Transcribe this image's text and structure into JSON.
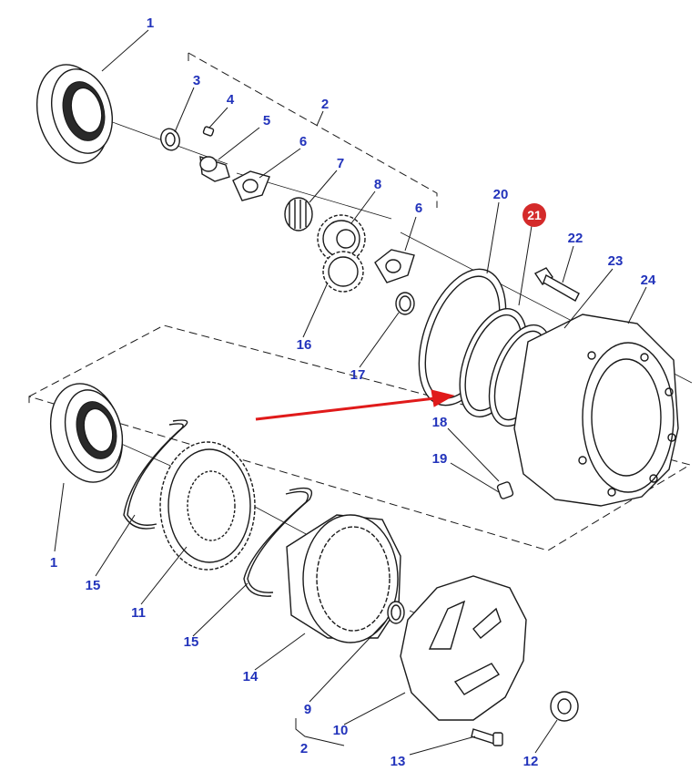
{
  "diagram": {
    "callouts": [
      {
        "id": "c1a",
        "label": "1"
      },
      {
        "id": "c2a",
        "label": "2"
      },
      {
        "id": "c3",
        "label": "3"
      },
      {
        "id": "c4",
        "label": "4"
      },
      {
        "id": "c5",
        "label": "5"
      },
      {
        "id": "c6a",
        "label": "6"
      },
      {
        "id": "c7",
        "label": "7"
      },
      {
        "id": "c8",
        "label": "8"
      },
      {
        "id": "c6b",
        "label": "6"
      },
      {
        "id": "c20",
        "label": "20"
      },
      {
        "id": "c21",
        "label": "21"
      },
      {
        "id": "c22",
        "label": "22"
      },
      {
        "id": "c23",
        "label": "23"
      },
      {
        "id": "c24",
        "label": "24"
      },
      {
        "id": "c16",
        "label": "16"
      },
      {
        "id": "c17",
        "label": "17"
      },
      {
        "id": "c18",
        "label": "18"
      },
      {
        "id": "c19",
        "label": "19"
      },
      {
        "id": "c1b",
        "label": "1"
      },
      {
        "id": "c15a",
        "label": "15"
      },
      {
        "id": "c11",
        "label": "11"
      },
      {
        "id": "c15b",
        "label": "15"
      },
      {
        "id": "c14",
        "label": "14"
      },
      {
        "id": "c9",
        "label": "9"
      },
      {
        "id": "c10",
        "label": "10"
      },
      {
        "id": "c2b",
        "label": "2"
      },
      {
        "id": "c13",
        "label": "13"
      },
      {
        "id": "c12",
        "label": "12"
      }
    ],
    "highlight": {
      "label": "21",
      "badge_color": "#d42a2a",
      "arrow_color": "#e01a1a"
    },
    "callout_color": "#2233bb"
  }
}
